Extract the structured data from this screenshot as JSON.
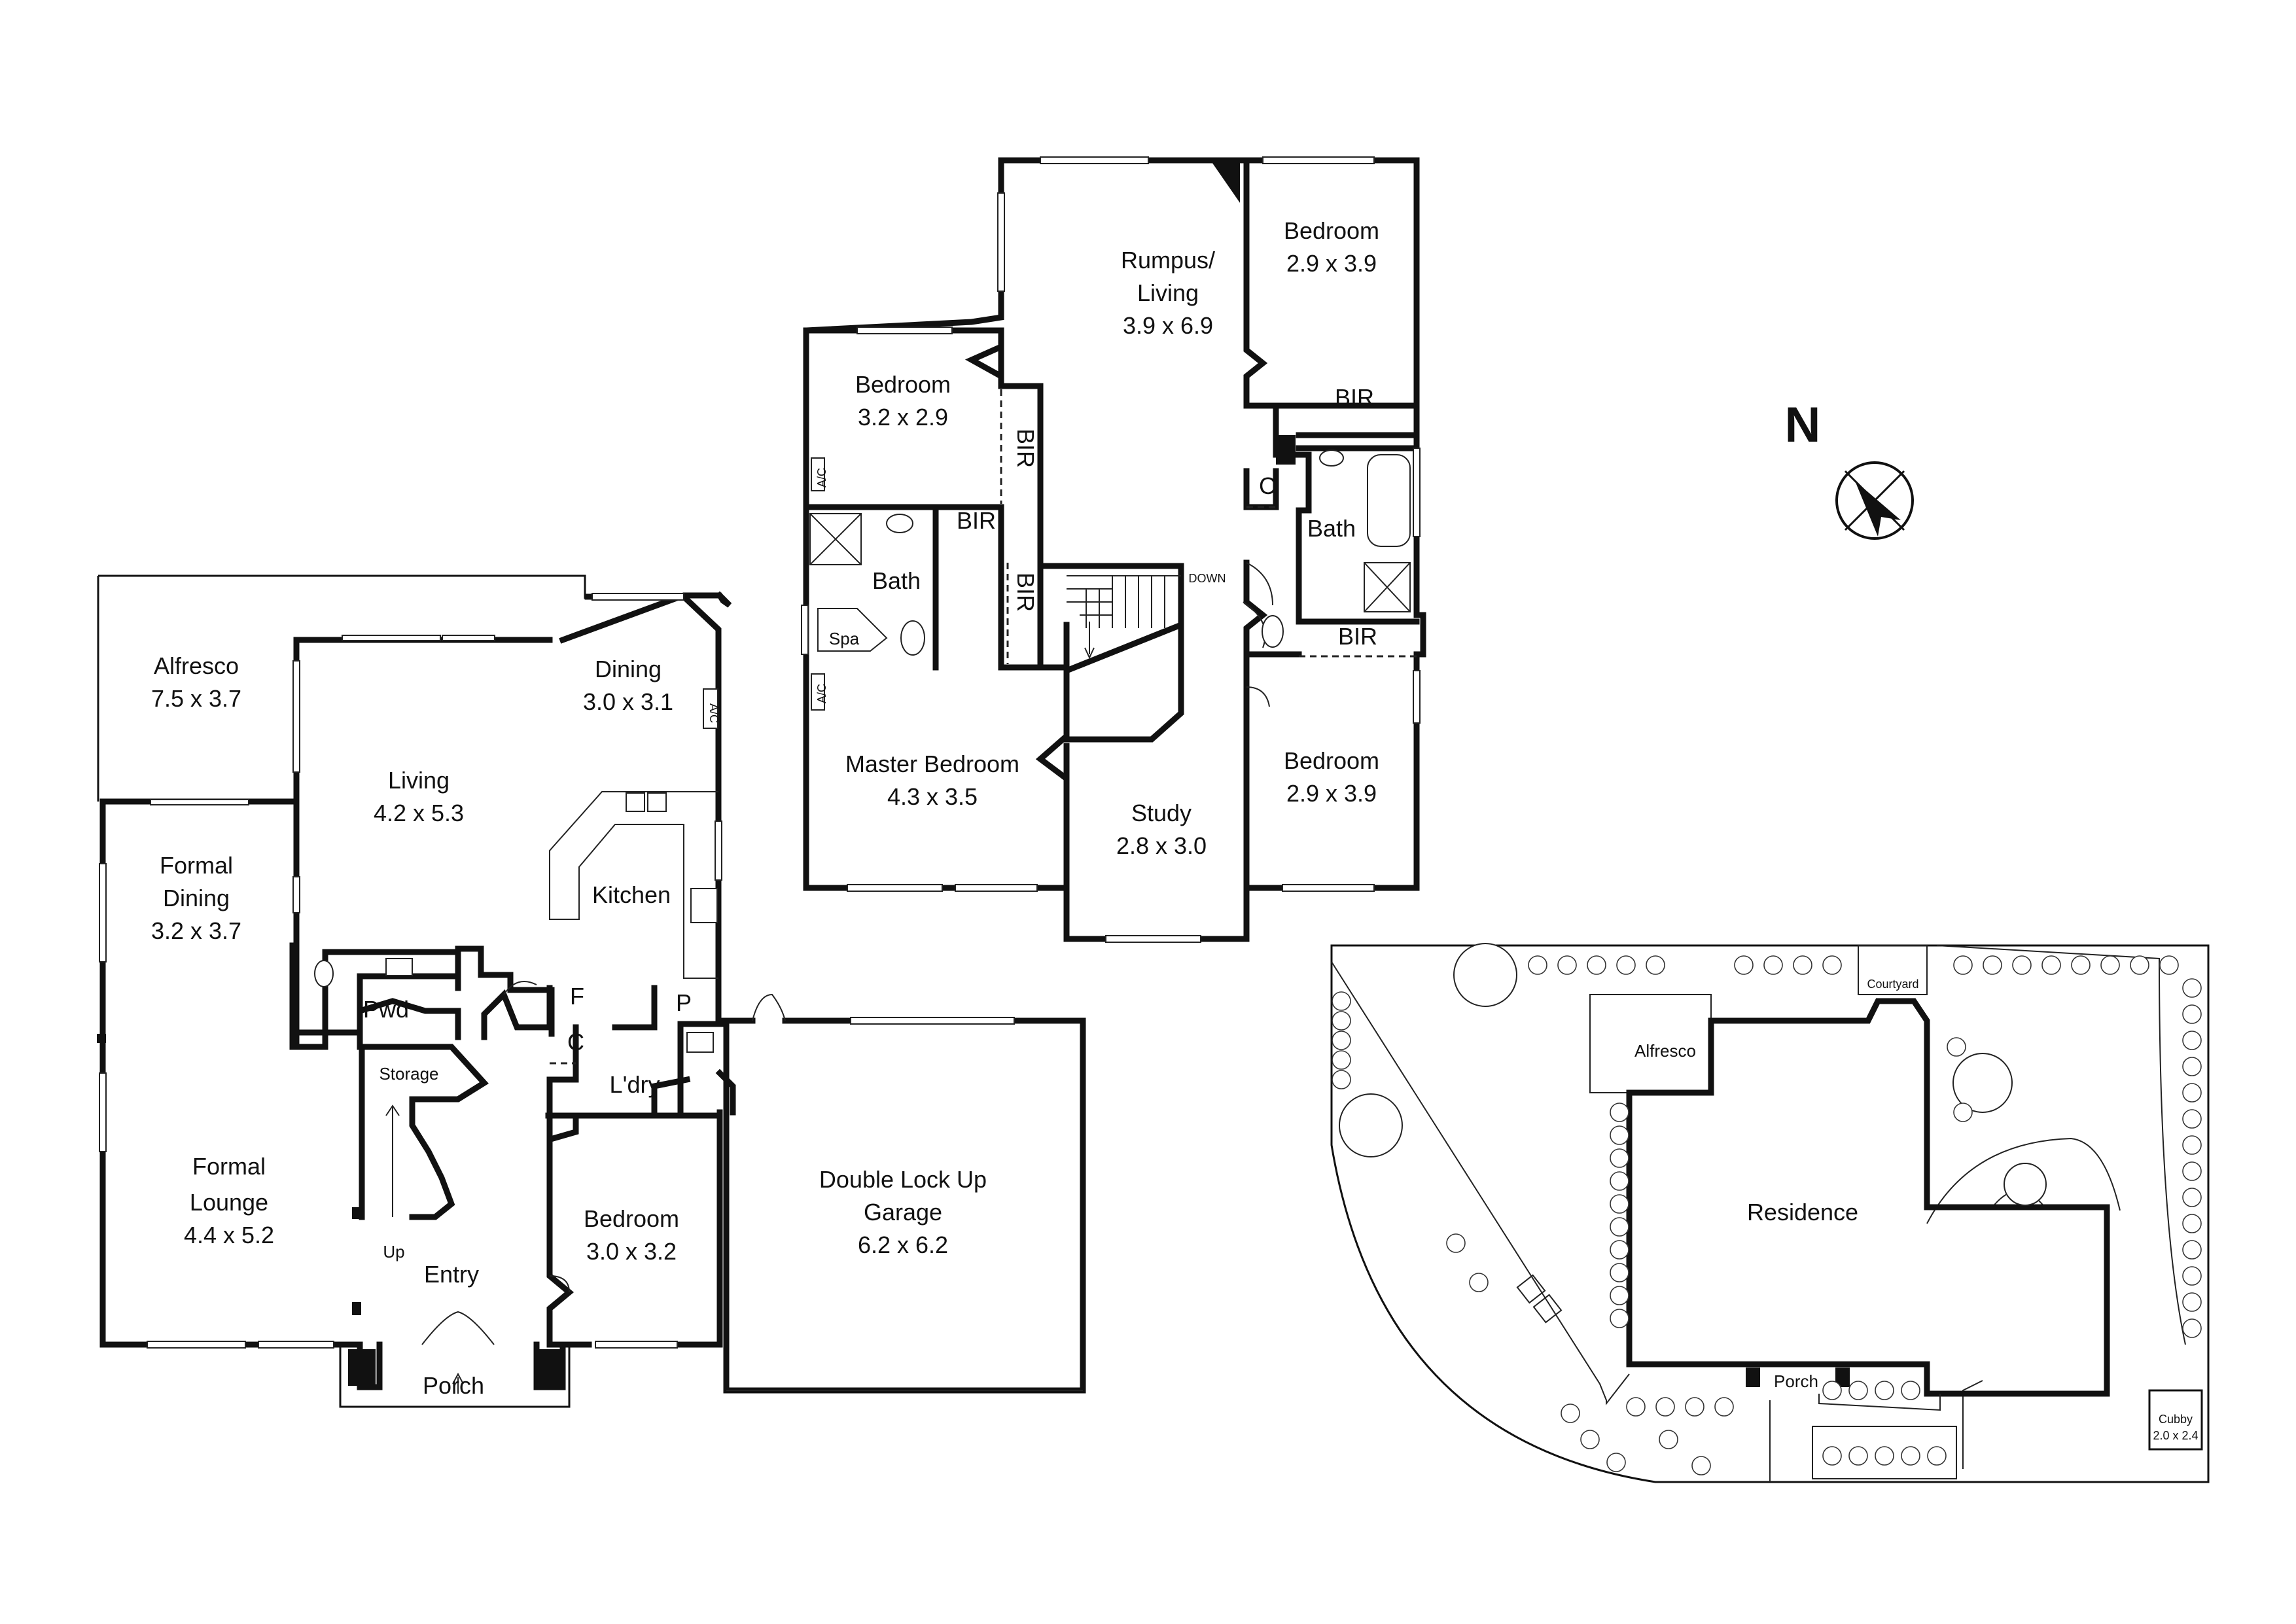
{
  "ground_floor": {
    "alfresco": {
      "name": "Alfresco",
      "size": "7.5 x 3.7"
    },
    "living": {
      "name": "Living",
      "size": "4.2 x 5.3"
    },
    "dining": {
      "name": "Dining",
      "size": "3.0 x 3.1"
    },
    "formal_dining": {
      "name1": "Formal",
      "name2": "Dining",
      "size": "3.2 x 3.7"
    },
    "kitchen": {
      "name": "Kitchen"
    },
    "formal_lounge": {
      "name1": "Formal",
      "name2": "Lounge",
      "size": "4.4 x 5.2"
    },
    "pwd": {
      "name": "Pwd"
    },
    "storage": {
      "name": "Storage"
    },
    "f": {
      "name": "F"
    },
    "p": {
      "name": "P"
    },
    "c": {
      "name": "C"
    },
    "laundry": {
      "name": "L'dry"
    },
    "bedroom": {
      "name": "Bedroom",
      "size": "3.0 x 3.2"
    },
    "garage": {
      "name1": "Double Lock Up",
      "name2": "Garage",
      "size": "6.2 x 6.2"
    },
    "entry": {
      "name": "Entry"
    },
    "porch": {
      "name": "Porch"
    },
    "up": {
      "name": "Up"
    },
    "ac": {
      "name": "A/C"
    }
  },
  "first_floor": {
    "rumpus": {
      "name1": "Rumpus/",
      "name2": "Living",
      "size": "3.9 x 6.9"
    },
    "bedroom_nw": {
      "name": "Bedroom",
      "size": "3.2 x 2.9"
    },
    "bedroom_ne": {
      "name": "Bedroom",
      "size": "2.9 x 3.9"
    },
    "bedroom_se": {
      "name": "Bedroom",
      "size": "2.9 x 3.9"
    },
    "master": {
      "name": "Master Bedroom",
      "size": "4.3 x 3.5"
    },
    "study": {
      "name": "Study",
      "size": "2.8 x 3.0"
    },
    "bath_w": {
      "name": "Bath"
    },
    "bath_e": {
      "name": "Bath"
    },
    "spa": {
      "name": "Spa"
    },
    "bir": {
      "name": "BIR"
    },
    "c": {
      "name": "C"
    },
    "down": {
      "name": "DOWN"
    },
    "ac": {
      "name": "A/C"
    }
  },
  "site_plan": {
    "residence": {
      "name": "Residence"
    },
    "alfresco": {
      "name": "Alfresco"
    },
    "courtyard": {
      "name": "Courtyard"
    },
    "porch": {
      "name": "Porch"
    },
    "cubby": {
      "name": "Cubby",
      "size": "2.0 x 2.4"
    }
  },
  "compass": {
    "label": "N"
  }
}
